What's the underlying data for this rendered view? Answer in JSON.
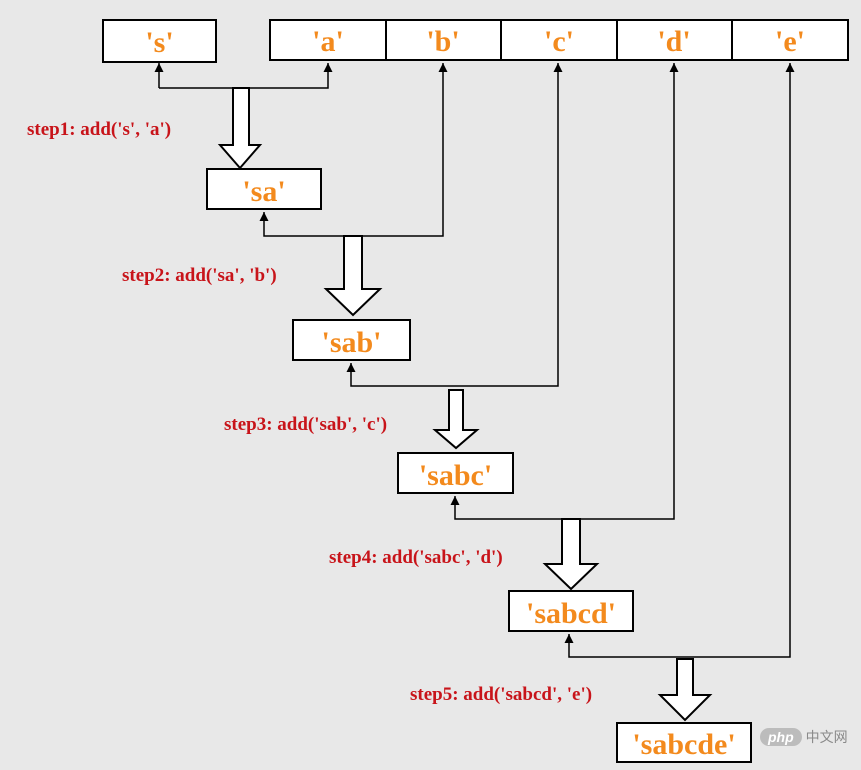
{
  "boxes": {
    "s": "'s'",
    "a": "'a'",
    "b": "'b'",
    "c": "'c'",
    "d": "'d'",
    "e": "'e'",
    "sa": "'sa'",
    "sab": "'sab'",
    "sabc": "'sabc'",
    "sabcd": "'sabcd'",
    "sabcde": "'sabcde'"
  },
  "steps": [
    "step1: add('s', 'a')",
    "step2: add('sa', 'b')",
    "step3: add('sab', 'c')",
    "step4: add('sabc', 'd')",
    "step5: add('sabcd', 'e')"
  ],
  "watermark": {
    "logo": "php",
    "text": "中文网"
  },
  "colors": {
    "background": "#e8e8e8",
    "box_text": "#f38a1d",
    "step_text": "#c8141a",
    "lines": "#000000"
  }
}
